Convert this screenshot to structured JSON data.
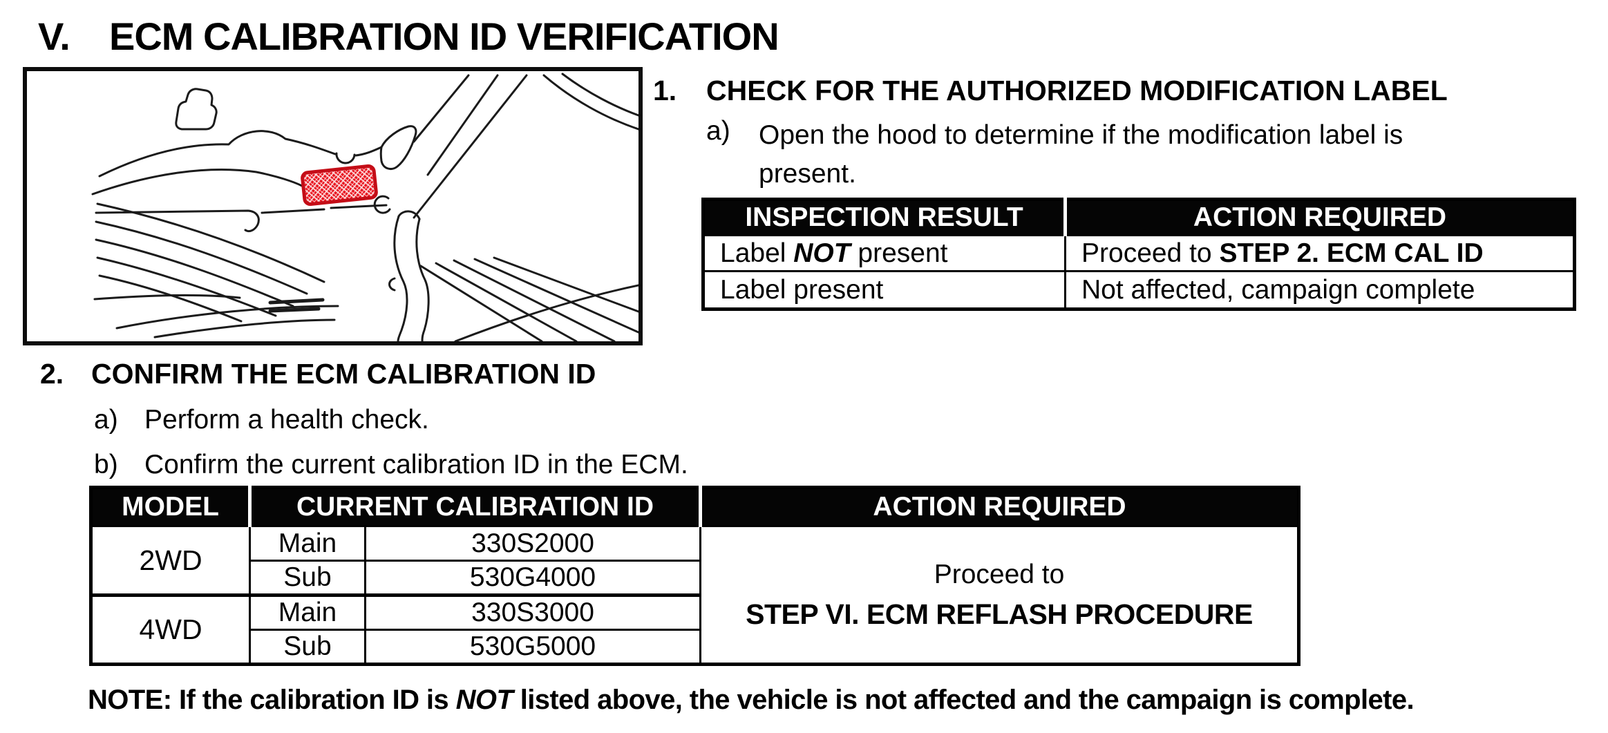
{
  "page": {
    "section_number": "V.",
    "title": "ECM CALIBRATION ID VERIFICATION"
  },
  "figure": {
    "description": "engine-compartment-line-art",
    "highlight": "authorized-modification-label-location",
    "label_color": "#e8141e"
  },
  "step1": {
    "number": "1.",
    "heading": "CHECK FOR THE AUTHORIZED MODIFICATION LABEL",
    "item_a_marker": "a)",
    "item_a_lines": [
      "Open the hood to determine if the modification label is",
      "present."
    ]
  },
  "inspection_table": {
    "headers": [
      "INSPECTION RESULT",
      "ACTION REQUIRED"
    ],
    "rows": [
      {
        "result": [
          {
            "t": "Label "
          },
          {
            "t": "NOT",
            "b": true,
            "i": true
          },
          {
            "t": " present"
          }
        ],
        "action": [
          {
            "t": "Proceed to "
          },
          {
            "t": "STEP 2. ECM CAL ID",
            "b": true
          }
        ]
      },
      {
        "result": [
          {
            "t": "Label present"
          }
        ],
        "action": [
          {
            "t": "Not affected, campaign complete"
          }
        ]
      }
    ]
  },
  "step2": {
    "number": "2.",
    "heading": "CONFIRM THE ECM CALIBRATION ID",
    "item_a_marker": "a)",
    "item_a_text": "Perform a health check.",
    "item_b_marker": "b)",
    "item_b_text": "Confirm the current calibration ID in the ECM."
  },
  "calibration_table": {
    "headers": [
      "MODEL",
      "CURRENT CALIBRATION ID",
      "ACTION REQUIRED"
    ],
    "row_labels": {
      "main": "Main",
      "sub": "Sub"
    },
    "models": [
      {
        "model": "2WD",
        "main_id": "330S2000",
        "sub_id": "530G4000"
      },
      {
        "model": "4WD",
        "main_id": "330S3000",
        "sub_id": "530G5000"
      }
    ],
    "action_line1": "Proceed to",
    "action_line2": "STEP VI. ECM REFLASH PROCEDURE"
  },
  "note": [
    {
      "t": "NOTE: If the calibration ID is ",
      "b": true
    },
    {
      "t": "NOT",
      "b": true,
      "i": true
    },
    {
      "t": " listed above, the vehicle is not affected and the campaign is complete.",
      "b": true
    }
  ],
  "colors": {
    "header_bg": "#050505",
    "text": "#000000",
    "label_red": "#e8141e",
    "label_red_border": "#c40d17"
  }
}
